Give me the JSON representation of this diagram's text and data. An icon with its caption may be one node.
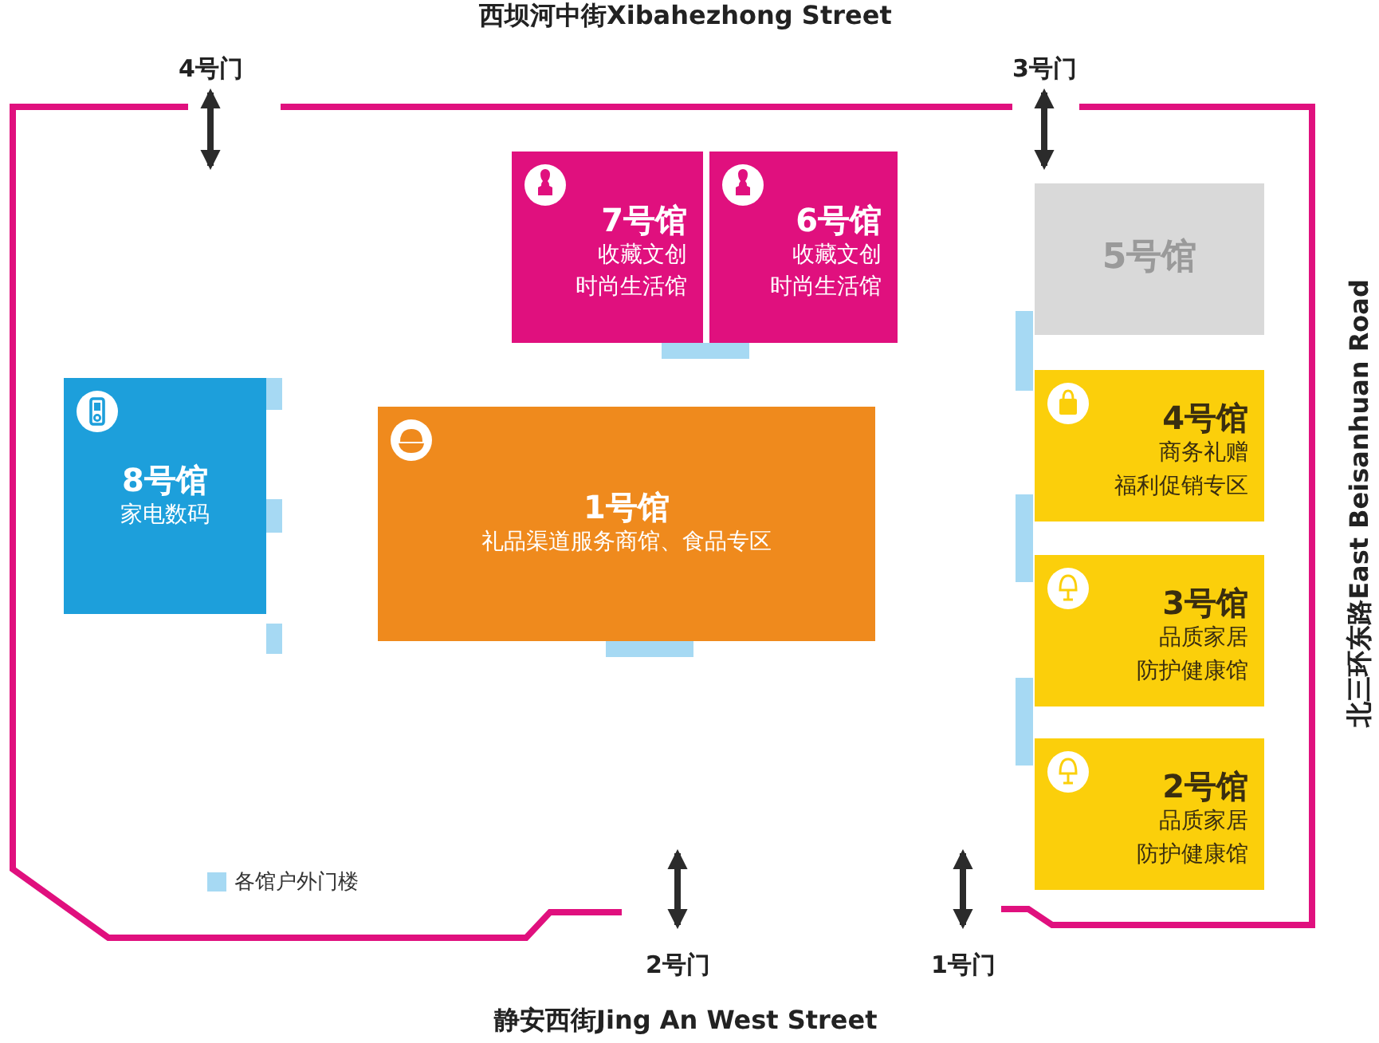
{
  "diagram": {
    "nodes": [
      {
        "text": [
          "7号馆",
          "收藏文创",
          "时尚生活馆"
        ]
      },
      {
        "text": [
          "6号馆",
          "收藏文创",
          "时尚生活馆"
        ]
      },
      {
        "text": [
          "5号馆"
        ]
      },
      {
        "text": [
          "8号馆",
          "家电数码"
        ]
      },
      {
        "text": [
          "1号馆",
          "礼品渠道服务商馆、食品专区"
        ]
      },
      {
        "text": [
          "4号馆",
          "商务礼赠",
          "福利促销专区"
        ]
      },
      {
        "text": [
          "3号馆",
          "品质家居",
          "防护健康馆"
        ]
      },
      {
        "text": [
          "2号馆",
          "品质家居",
          "防护健康馆"
        ]
      }
    ],
    "labels": [
      "西坝河中街Xibahezhong Street",
      "4号门",
      "3号门",
      "北三环东路East Beisanhuan Road",
      "2号门",
      "1号门",
      "静安西街Jing An West Street"
    ],
    "legend": [
      {
        "text": "各馆户外门楼",
        "color": "#a6d9f3"
      }
    ]
  }
}
